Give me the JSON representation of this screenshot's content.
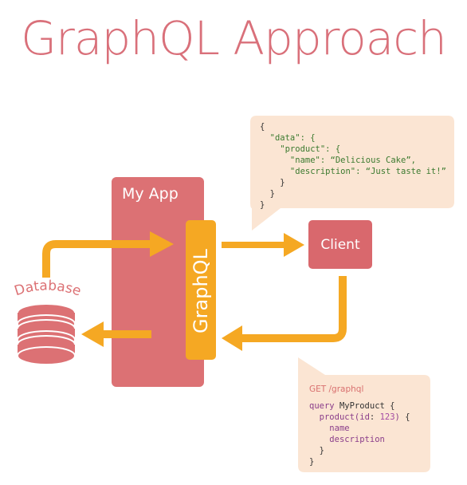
{
  "title": "GraphQL Approach",
  "colors": {
    "title": "#d9707a",
    "app_box": "#dc7174",
    "accent": "#f5a823",
    "client_box": "#d9686d",
    "bubble": "#fbe5d3",
    "code_key": "#3b7a2f",
    "code_string": "#3b7a2f",
    "code_plain": "#333333",
    "code_keyword": "#8a3d8a",
    "code_number": "#a44aa4",
    "code_url": "#d9706f",
    "white": "#ffffff"
  },
  "labels": {
    "my_app": "My App",
    "graphql": "GraphQL",
    "client": "Client",
    "database": "Database"
  },
  "icons": {
    "database": "database-icon",
    "arrows": "arrow-right-icon"
  },
  "response_bubble": {
    "lines": [
      "{",
      "  \"data\": {",
      "    \"product\": {",
      "      \"name\": “Delicious Cake”,",
      "      \"description\": “Just taste it!”",
      "    }",
      "  }",
      "}"
    ]
  },
  "request_bubble": {
    "endpoint": "GET /graphql",
    "query": {
      "keyword": "query",
      "name": "MyProduct",
      "open": "{",
      "field": "product",
      "arg_name": "id",
      "arg_value": "123",
      "fields": [
        "name",
        "description"
      ],
      "close_inner": "}",
      "close_outer": "}"
    }
  }
}
